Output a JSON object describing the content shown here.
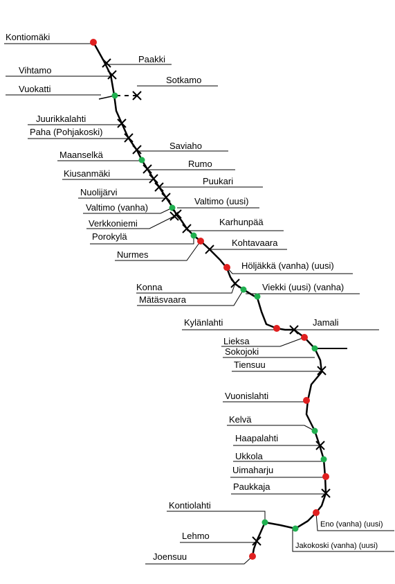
{
  "colors": {
    "background": "#ffffff",
    "line": "#000000",
    "station_red": "#e02020",
    "station_green": "#20b050",
    "stop_marker": "#000000"
  },
  "stations": [
    {
      "id": "kontiomaki",
      "label": "Kontiomäki",
      "kind": "red"
    },
    {
      "id": "paakki",
      "label": "Paakki",
      "kind": "stop"
    },
    {
      "id": "vihtamo",
      "label": "Vihtamo",
      "kind": "stop"
    },
    {
      "id": "vuokatti",
      "label": "Vuokatti",
      "kind": "green"
    },
    {
      "id": "sotkamo",
      "label": "Sotkamo",
      "kind": "stop"
    },
    {
      "id": "juurikkalahti",
      "label": "Juurikkalahti",
      "kind": "stop"
    },
    {
      "id": "paha",
      "label": "Paha (Pohjakoski)",
      "kind": "stop"
    },
    {
      "id": "saviaho",
      "label": "Saviaho",
      "kind": "stop"
    },
    {
      "id": "maanselka",
      "label": "Maanselkä",
      "kind": "green"
    },
    {
      "id": "rumo",
      "label": "Rumo",
      "kind": "stop"
    },
    {
      "id": "kiusanmaki",
      "label": "Kiusanmäki",
      "kind": "stop"
    },
    {
      "id": "puukari",
      "label": "Puukari",
      "kind": "stop"
    },
    {
      "id": "nuolijarvi",
      "label": "Nuolijärvi",
      "kind": "stop"
    },
    {
      "id": "valtimo_vanha",
      "label": "Valtimo (vanha)",
      "kind": "green"
    },
    {
      "id": "valtimo_uusi",
      "label": "Valtimo (uusi)",
      "kind": "stop"
    },
    {
      "id": "verkkoniemi",
      "label": "Verkkoniemi",
      "kind": "stop"
    },
    {
      "id": "karhunpaa",
      "label": "Karhunpää",
      "kind": "stop"
    },
    {
      "id": "porokyla",
      "label": "Porokylä",
      "kind": "green"
    },
    {
      "id": "nurmes",
      "label": "Nurmes",
      "kind": "red"
    },
    {
      "id": "kohtavaara",
      "label": "Kohtavaara",
      "kind": "stop"
    },
    {
      "id": "holjakka",
      "label": "Höljäkkä (vanha) (uusi)",
      "kind": "red"
    },
    {
      "id": "konna",
      "label": "Konna",
      "kind": "stop"
    },
    {
      "id": "viekki",
      "label": "Viekki (uusi) (vanha)",
      "kind": "green"
    },
    {
      "id": "matasvaara",
      "label": "Mätäsvaara",
      "kind": "green"
    },
    {
      "id": "kylanlahti",
      "label": "Kylänlahti",
      "kind": "red"
    },
    {
      "id": "jamali",
      "label": "Jamali",
      "kind": "stop"
    },
    {
      "id": "lieksa",
      "label": "Lieksa",
      "kind": "red"
    },
    {
      "id": "sokojoki",
      "label": "Sokojoki",
      "kind": "green"
    },
    {
      "id": "tiensuu",
      "label": "Tiensuu",
      "kind": "stop"
    },
    {
      "id": "vuonislahti",
      "label": "Vuonislahti",
      "kind": "red"
    },
    {
      "id": "kelva",
      "label": "Kelvä",
      "kind": "green"
    },
    {
      "id": "haapalahti",
      "label": "Haapalahti",
      "kind": "stop"
    },
    {
      "id": "ukkola",
      "label": "Ukkola",
      "kind": "green"
    },
    {
      "id": "uimaharju",
      "label": "Uimaharju",
      "kind": "red"
    },
    {
      "id": "paukkaja",
      "label": "Paukkaja",
      "kind": "stop"
    },
    {
      "id": "eno",
      "label": "Eno (vanha) (uusi)",
      "kind": "red"
    },
    {
      "id": "kontiolahti",
      "label": "Kontiolahti",
      "kind": "green"
    },
    {
      "id": "jakokoski",
      "label": "Jakokoski (vanha) (uusi)",
      "kind": "green"
    },
    {
      "id": "lehmo",
      "label": "Lehmo",
      "kind": "stop"
    },
    {
      "id": "joensuu",
      "label": "Joensuu",
      "kind": "red"
    }
  ]
}
